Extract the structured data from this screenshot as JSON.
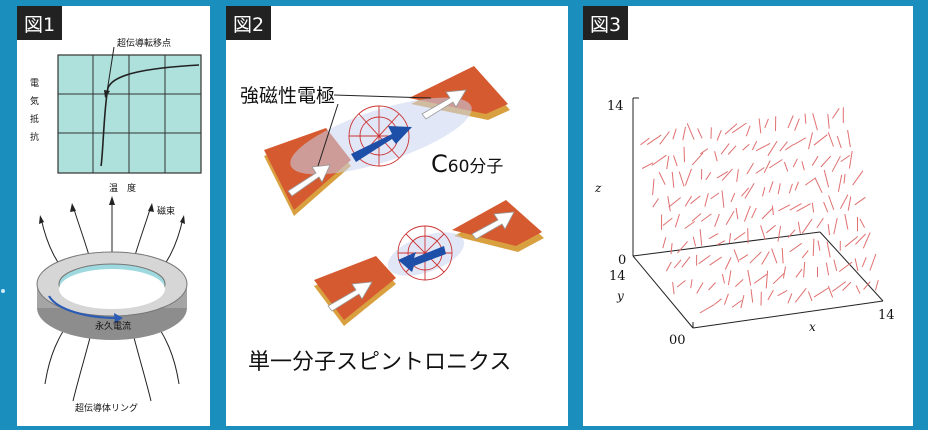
{
  "figure1": {
    "tag": "図1",
    "transition_label": "超伝導転移点",
    "y_label_chars": [
      "電",
      "気",
      "抵",
      "抗"
    ],
    "x_label": "温　度",
    "flux_label": "磁束",
    "current_label": "永久電流",
    "ring_label": "超伝導体リング"
  },
  "figure2": {
    "tag": "図2",
    "electrode_label": "強磁性電極",
    "molecule_prefix": "C",
    "molecule_sub": "60",
    "molecule_suffix": "分子",
    "caption": "単一分子スピントロニクス"
  },
  "figure3": {
    "tag": "図3",
    "z_max": "14",
    "z_axis": "z",
    "origin_z": "0",
    "y_max": "14",
    "y_axis": "y",
    "origin_xy": "00",
    "x_axis": "x",
    "x_max": "14",
    "segment_color": "#e07070"
  },
  "colors": {
    "background": "#1a8fbe",
    "chart_bg": "#aee0dc",
    "electrode": "#d65a30",
    "electrode_gold": "#d9a040",
    "arrow_blue": "#1d4fa8",
    "ring_current": "#2a5bb5"
  }
}
